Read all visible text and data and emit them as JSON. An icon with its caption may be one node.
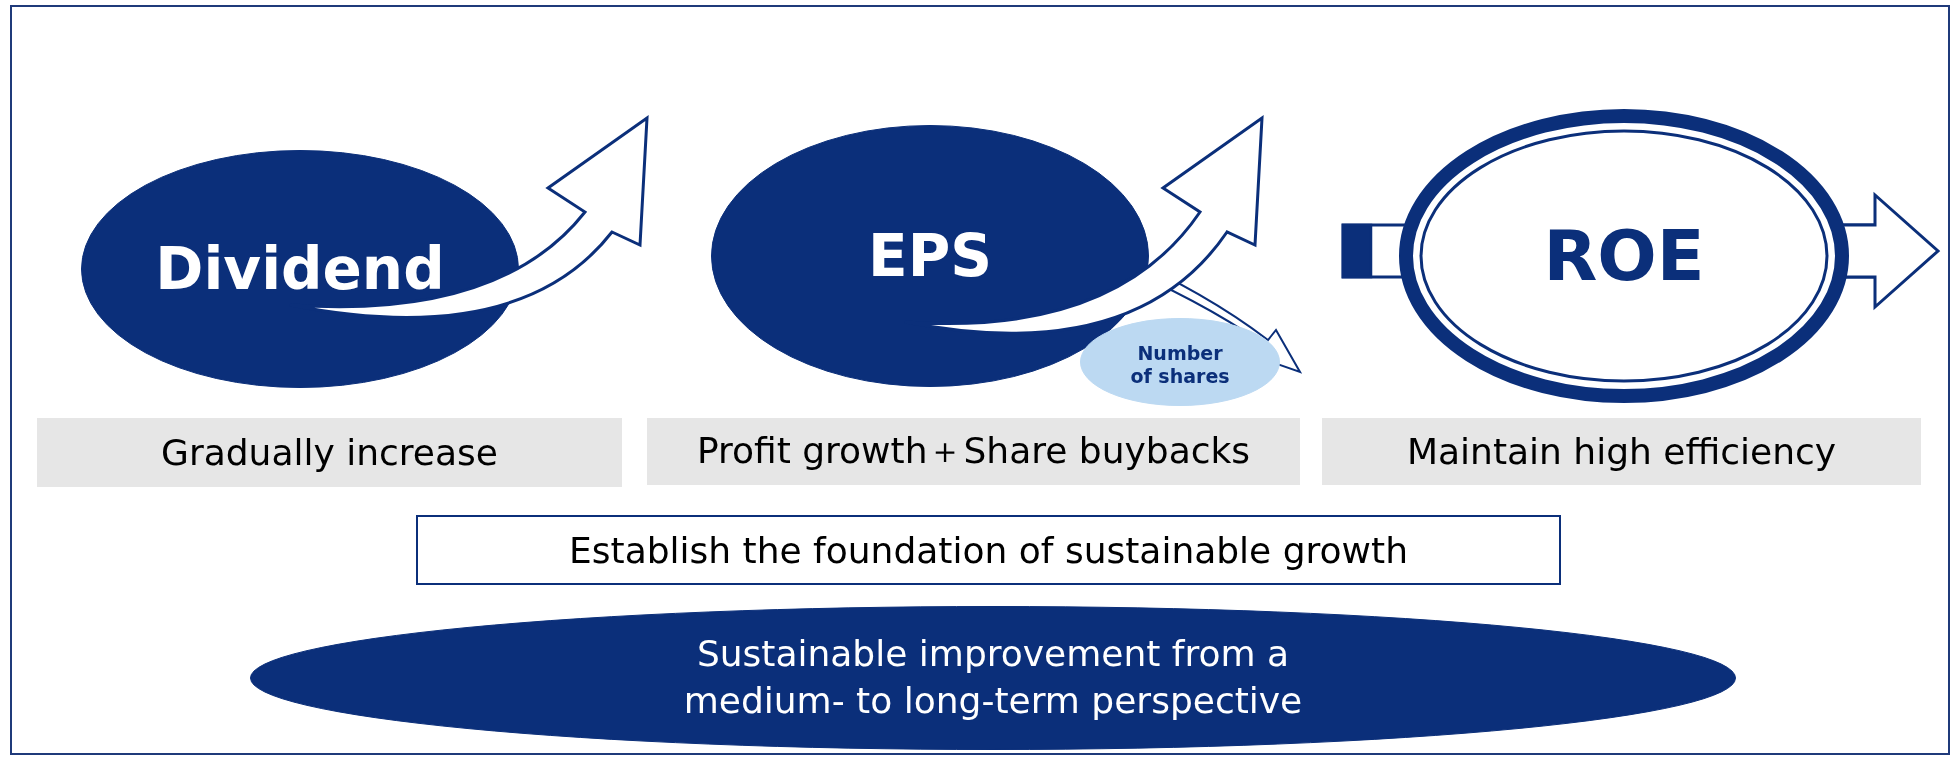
{
  "diagram": {
    "nodes": [
      {
        "text": [
          "Dividend"
        ]
      },
      {
        "text": [
          "EPS"
        ]
      },
      {
        "text": [
          "Number of shares"
        ]
      },
      {
        "text": [
          "ROE"
        ]
      },
      {
        "text": [
          "Gradually increase"
        ]
      },
      {
        "text": [
          "Profit growth＋Share buybacks"
        ]
      },
      {
        "text": [
          "Maintain high efficiency"
        ]
      },
      {
        "text": [
          "Establish the foundation of sustainable growth"
        ]
      },
      {
        "text": [
          "Sustainable improvement from a medium- to long-term perspective"
        ]
      }
    ]
  }
}
